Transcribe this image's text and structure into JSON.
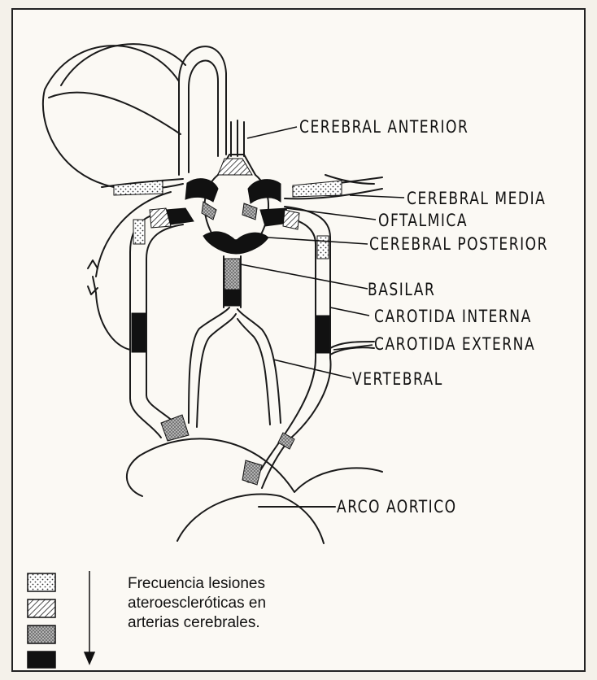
{
  "labels": {
    "cerebral_anterior": "CEREBRAL ANTERIOR",
    "cerebral_media": "CEREBRAL MEDIA",
    "oftalmica": "OFTALMICA",
    "cerebral_posterior": "CEREBRAL POSTERIOR",
    "basilar": "BASILAR",
    "carotida_interna": "CAROTIDA INTERNA",
    "carotida_externa": "CAROTIDA EXTERNA",
    "vertebral": "VERTEBRAL",
    "arco_aortico": "ARCO AORTICO"
  },
  "legend": {
    "lines": [
      "Frecuencia lesiones",
      "ateroescleróticas en",
      "arterias cerebrales."
    ],
    "swatches": [
      "dotted",
      "hatched",
      "stippled",
      "solid"
    ]
  }
}
